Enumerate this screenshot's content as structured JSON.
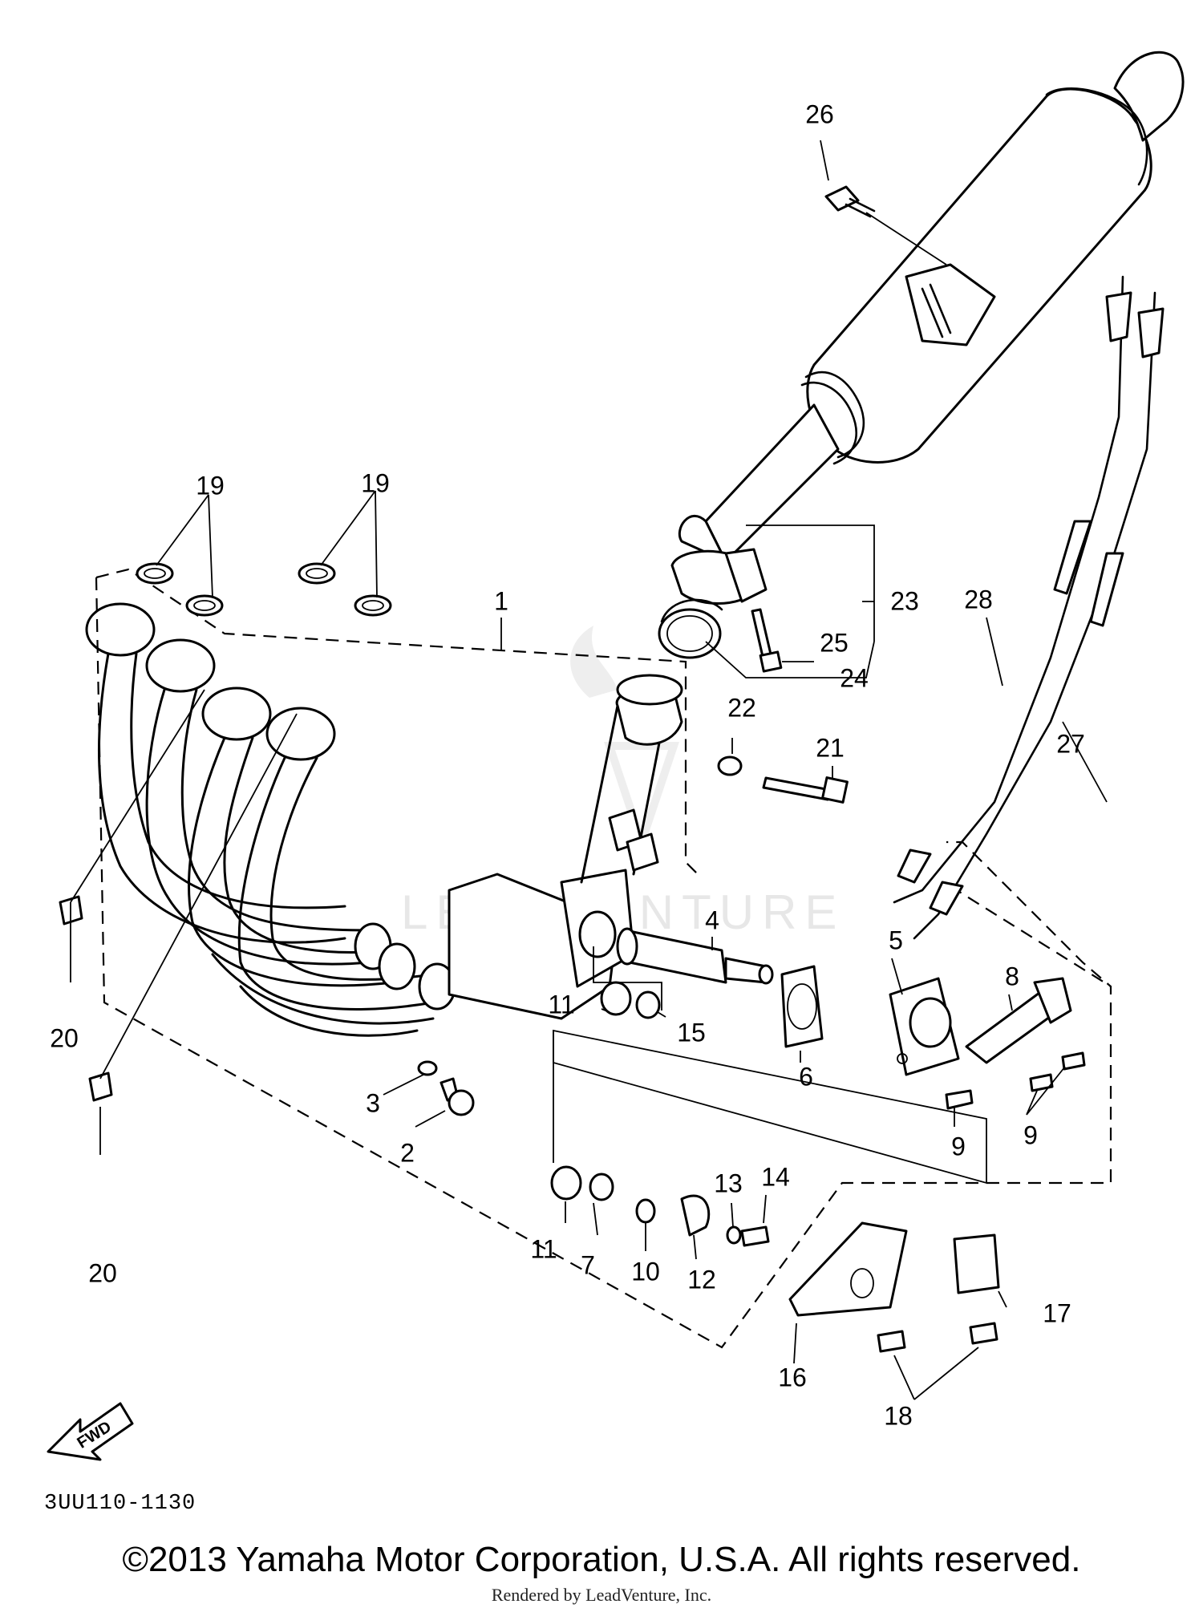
{
  "diagram": {
    "code": "3UU110-1130",
    "copyright": "©2013 Yamaha Motor Corporation, U.S.A. All rights reserved.",
    "rendered_by": "Rendered by LeadVenture, Inc.",
    "watermark": "LEADVENTURE",
    "fwd_label": "FWD"
  },
  "callouts": [
    "1",
    "2",
    "3",
    "4",
    "5",
    "6",
    "7",
    "8",
    "9",
    "9",
    "10",
    "11",
    "11",
    "12",
    "13",
    "14",
    "15",
    "16",
    "17",
    "18",
    "19",
    "19",
    "20",
    "20",
    "21",
    "22",
    "23",
    "24",
    "25",
    "26",
    "27",
    "28"
  ]
}
